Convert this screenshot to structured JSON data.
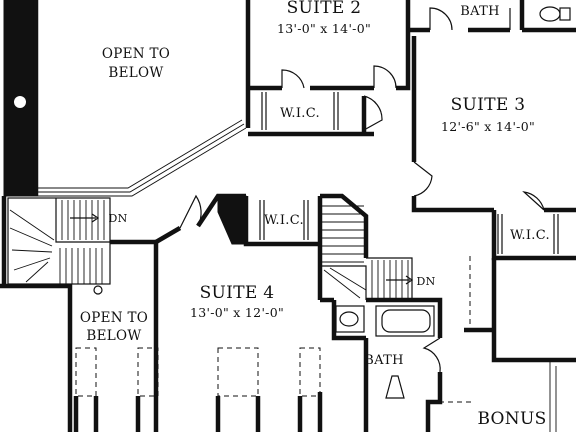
{
  "rooms": {
    "open_top": {
      "line1": "OPEN TO",
      "line2": "BELOW"
    },
    "open_left": {
      "line1": "OPEN TO",
      "line2": "BELOW"
    },
    "suite2": {
      "name": "SUITE 2",
      "dims": "13'-0\" x 14'-0\""
    },
    "suite3": {
      "name": "SUITE 3",
      "dims": "12'-6\" x 14'-0\""
    },
    "suite4": {
      "name": "SUITE 4",
      "dims": "13'-0\" x 12'-0\""
    },
    "bath_top": {
      "name": "BATH"
    },
    "bath_lower": {
      "name": "BATH"
    },
    "wic_suite2": {
      "name": "W.I.C."
    },
    "wic_suite3": {
      "name": "W.I.C."
    },
    "wic_suite4": {
      "name": "W.I.C."
    },
    "bonus": {
      "name": "BONUS"
    }
  },
  "stairs": {
    "left_dn": "DN",
    "right_dn": "DN"
  },
  "colors": {
    "ink": "#111111",
    "paper": "#ffffff"
  }
}
